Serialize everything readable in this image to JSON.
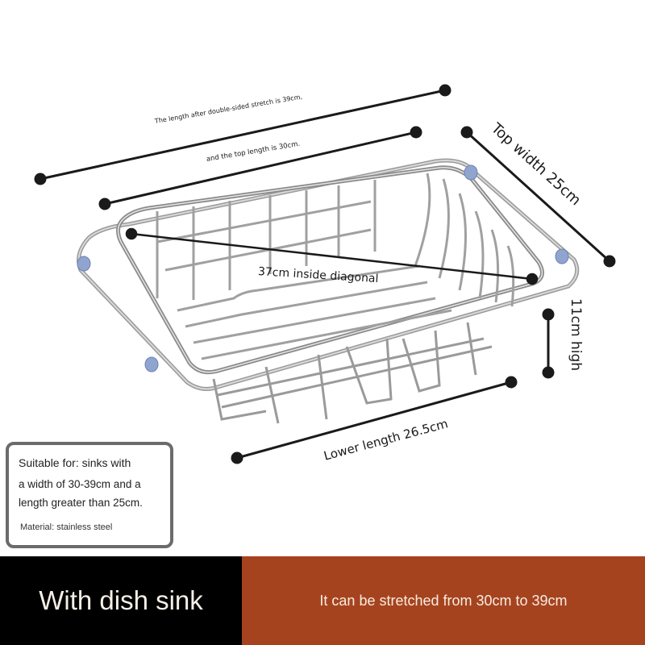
{
  "dimensions": {
    "stretch_length": "The length after double-sided stretch is 39cm,",
    "top_length": "and the top length is 30cm.",
    "top_width": "Top width 25cm",
    "inside_diagonal": "37cm inside diagonal",
    "height": "11cm high",
    "lower_length": "Lower length 26.5cm"
  },
  "info_box": {
    "line1": "Suitable for: sinks with",
    "line2": "a width of 30-39cm and a",
    "line3": "length greater than 25cm.",
    "material": "Material: stainless steel"
  },
  "banner": {
    "left_text": "With dish sink",
    "right_text": "It can be stretched from 30cm to 39cm",
    "left_color": "#000000",
    "right_color": "#a6431f"
  },
  "product": {
    "name": "stainless steel expandable dish drainer basket",
    "icon": "dish-rack-illustration"
  }
}
